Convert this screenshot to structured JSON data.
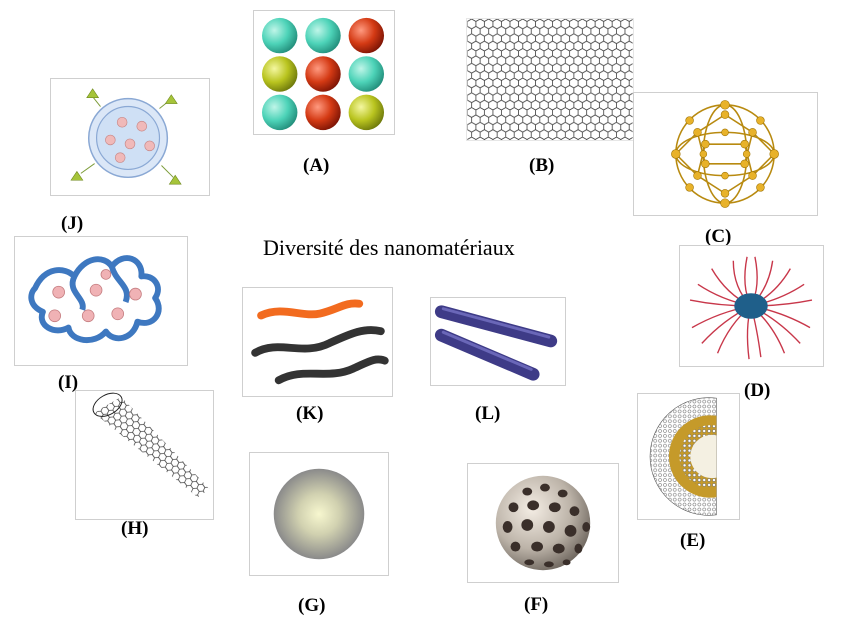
{
  "title": "Diversité des nanomatériaux",
  "labels": {
    "A": "(A)",
    "B": "(B)",
    "C": "(C)",
    "D": "(D)",
    "E": "(E)",
    "F": "(F)",
    "G": "(G)",
    "H": "(H)",
    "I": "(I)",
    "J": "(J)",
    "K": "(K)",
    "L": "(L)"
  }
}
